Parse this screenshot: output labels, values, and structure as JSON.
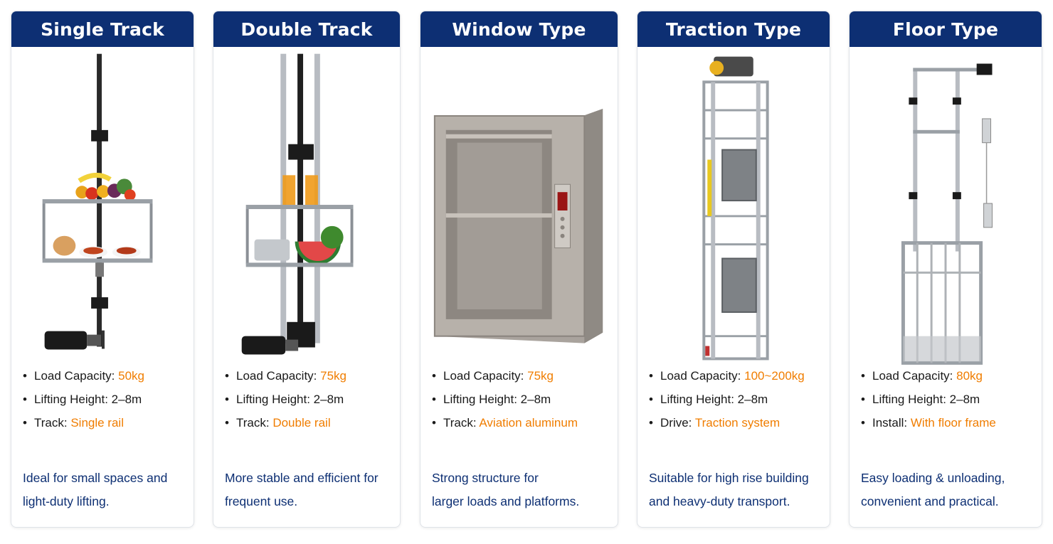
{
  "colors": {
    "header_bg": "#0d2f73",
    "header_text": "#ffffff",
    "spec_value": "#f07d00",
    "description": "#0d2f73",
    "body_text": "#1a1a1a"
  },
  "cards": [
    {
      "title": "Single Track",
      "image": "single-track-dumbwaiter-image",
      "specs": [
        {
          "label": "Load Capacity:",
          "value": "50kg"
        },
        {
          "label": "Lifting Height: 2–8m",
          "value": ""
        },
        {
          "label": "Track:",
          "value": "Single rail"
        }
      ],
      "description": [
        "Ideal for small spaces and",
        "light-duty lifting."
      ]
    },
    {
      "title": "Double Track",
      "image": "double-track-dumbwaiter-image",
      "specs": [
        {
          "label": "Load Capacity:",
          "value": "75kg"
        },
        {
          "label": "Lifting Height: 2–8m",
          "value": ""
        },
        {
          "label": "Track:",
          "value": "Double rail"
        }
      ],
      "description": [
        "More stable and efficient for",
        "frequent use."
      ]
    },
    {
      "title": "Window Type",
      "image": "window-type-dumbwaiter-image",
      "specs": [
        {
          "label": "Load Capacity:",
          "value": "75kg"
        },
        {
          "label": "Lifting Height: 2–8m",
          "value": ""
        },
        {
          "label": "Track:",
          "value": "Aviation aluminum"
        }
      ],
      "description": [
        "Strong structure for",
        "larger loads and platforms."
      ]
    },
    {
      "title": "Traction Type",
      "image": "traction-type-dumbwaiter-image",
      "specs": [
        {
          "label": "Load Capacity:",
          "value": "100~200kg"
        },
        {
          "label": "Lifting Height: 2–8m",
          "value": ""
        },
        {
          "label": "Drive:",
          "value": "Traction system"
        }
      ],
      "description": [
        "Suitable for high rise building",
        "and heavy-duty transport."
      ]
    },
    {
      "title": "Floor Type",
      "image": "floor-type-dumbwaiter-image",
      "specs": [
        {
          "label": "Load Capacity:",
          "value": "80kg"
        },
        {
          "label": "Lifting Height: 2–8m",
          "value": ""
        },
        {
          "label": "Install:",
          "value": "With floor frame"
        }
      ],
      "description": [
        "Easy loading & unloading,",
        "convenient and practical."
      ]
    }
  ]
}
